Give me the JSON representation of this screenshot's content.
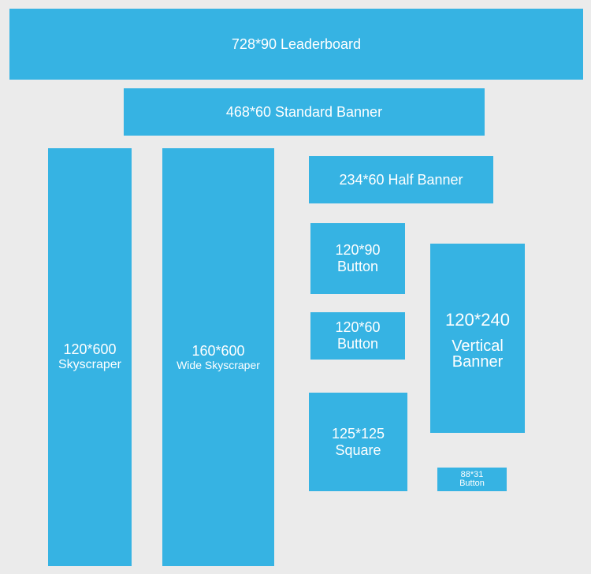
{
  "colors": {
    "background": "#ebebeb",
    "block_fill": "#36b3e3",
    "label_text": "#ffffff"
  },
  "blocks": {
    "leaderboard": {
      "label": "728*90 Leaderboard"
    },
    "standard_banner": {
      "label": "468*60 Standard Banner"
    },
    "skyscraper": {
      "size": "120*600",
      "name": "Skyscraper"
    },
    "wide_skyscraper": {
      "size": "160*600",
      "name": "Wide Skyscraper"
    },
    "half_banner": {
      "label": "234*60 Half Banner"
    },
    "button_120x90": {
      "size": "120*90",
      "name": "Button"
    },
    "button_120x60": {
      "size": "120*60",
      "name": "Button"
    },
    "square_button": {
      "size": "125*125",
      "name": "Square"
    },
    "vertical_banner": {
      "size": "120*240",
      "name_line1": "Vertical",
      "name_line2": "Banner"
    },
    "micro_button": {
      "size": "88*31",
      "name": "Button"
    }
  }
}
